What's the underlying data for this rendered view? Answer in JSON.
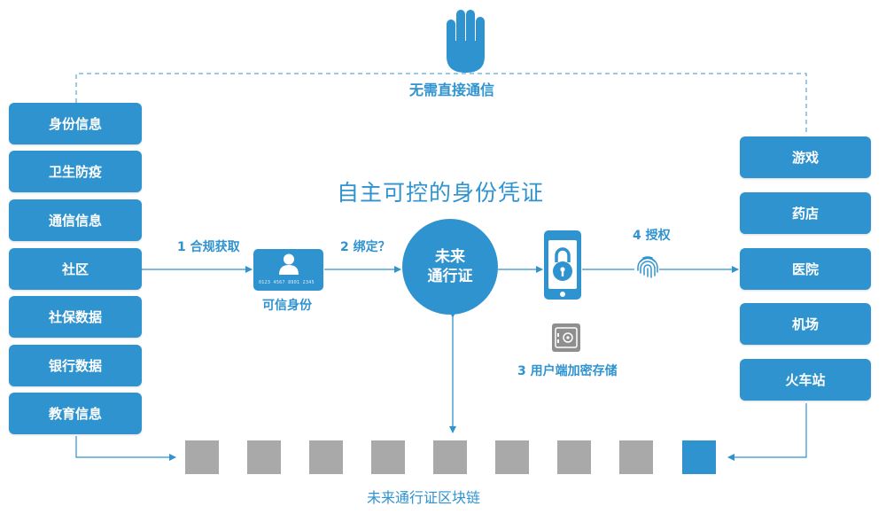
{
  "header": {
    "no_direct_comm_label": "无需直接通信"
  },
  "diagram_title": "自主可控的身份凭证",
  "sources": [
    {
      "label": "身份信息"
    },
    {
      "label": "卫生防疫"
    },
    {
      "label": "通信信息"
    },
    {
      "label": "社区"
    },
    {
      "label": "社保数据"
    },
    {
      "label": "银行数据"
    },
    {
      "label": "教育信息"
    }
  ],
  "destinations": [
    {
      "label": "游戏"
    },
    {
      "label": "药店"
    },
    {
      "label": "医院"
    },
    {
      "label": "机场"
    },
    {
      "label": "火车站"
    }
  ],
  "steps": {
    "step1": "1 合规获取",
    "step2": "2 绑定？",
    "step3": "3 用户端加密存储",
    "step4": "4 授权"
  },
  "credential": {
    "card_label": "可信身份",
    "card_number": "0123 4567 8901 2345"
  },
  "pass": {
    "line1": "未来",
    "line2": "通行证"
  },
  "blockchain": {
    "label": "未来通行证区块链",
    "blocks": [
      {
        "active": false
      },
      {
        "active": false
      },
      {
        "active": false
      },
      {
        "active": false
      },
      {
        "active": false
      },
      {
        "active": false
      },
      {
        "active": false
      },
      {
        "active": false
      },
      {
        "active": true
      }
    ]
  },
  "colors": {
    "accent": "#2f93d0",
    "block_gray": "#a9a9a9",
    "icon_gray": "#8f8f8f"
  },
  "icons": {
    "hand": "stop-hand-icon",
    "user": "user-icon",
    "lock": "lock-icon",
    "fingerprint": "fingerprint-icon",
    "storage": "secure-storage-icon"
  }
}
